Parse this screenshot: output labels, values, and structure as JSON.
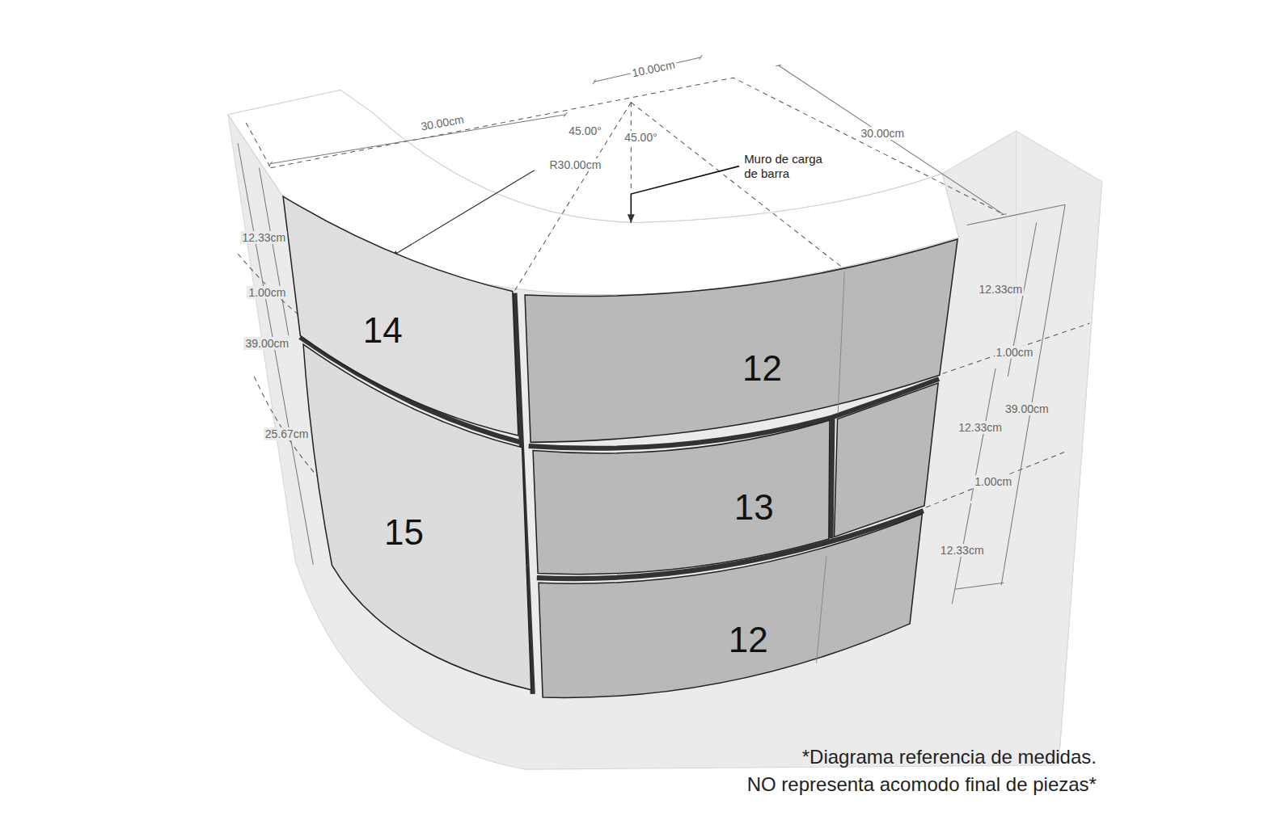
{
  "diagram": {
    "nodes": [
      {
        "text": [
          "14"
        ]
      },
      {
        "text": [
          "12"
        ]
      },
      {
        "text": [
          "13"
        ]
      },
      {
        "text": [
          "15"
        ]
      },
      {
        "text": [
          "12"
        ]
      }
    ],
    "labels": [
      "10.00cm",
      "30.00cm",
      "45.00°",
      "45.00°",
      "30.00cm",
      "R30.00cm",
      "Muro de carga de barra",
      "12.33cm",
      "1.00cm",
      "39.00cm",
      "25.67cm",
      "12.33cm",
      "1.00cm",
      "39.00cm",
      "12.33cm",
      "1.00cm",
      "12.33cm",
      "*Diagrama referencia de medidas.",
      "NO representa acomodo final de piezas*"
    ]
  }
}
